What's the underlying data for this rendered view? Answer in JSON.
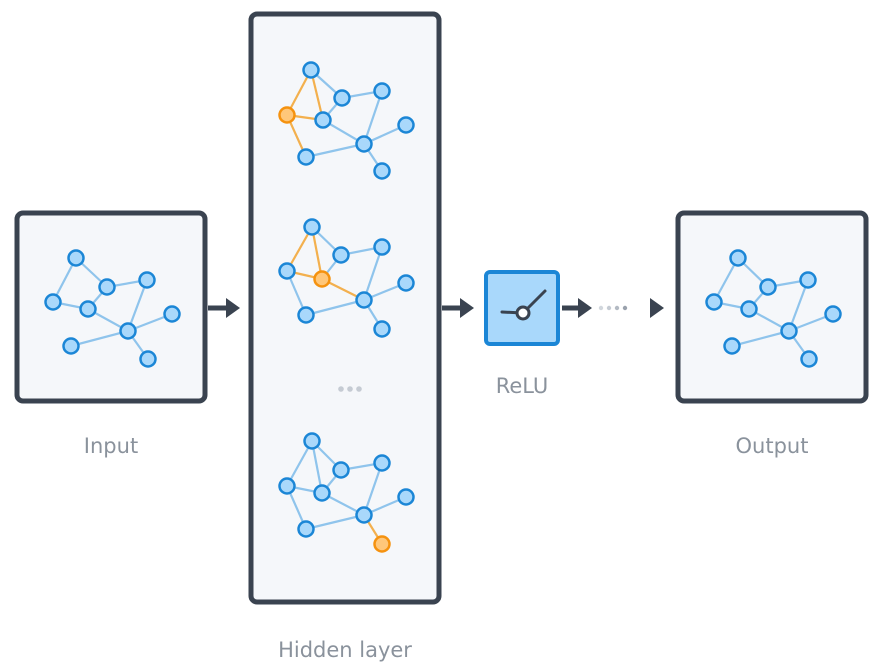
{
  "labels": {
    "input": "Input",
    "hidden": "Hidden layer",
    "relu": "ReLU",
    "output": "Output"
  },
  "colors": {
    "panel_border": "#3a4350",
    "panel_fill": "#f5f7fa",
    "edge": "#8fc4ec",
    "node_fill": "#a9d8fb",
    "node_stroke": "#1b86d6",
    "highlight_fill": "#ffc77a",
    "highlight_stroke": "#f5920f",
    "highlight_edge": "#f3b04e",
    "relu_fill": "#a9d8fb",
    "relu_stroke": "#1b86d6",
    "arrow": "#3a4350",
    "dots": "#c5cbd3",
    "label": "#8a929c"
  }
}
